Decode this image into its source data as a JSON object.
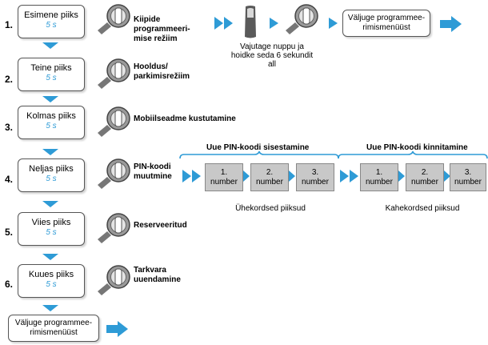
{
  "steps": [
    {
      "num": "1.",
      "title": "Esimene piiks",
      "duration": "5 s",
      "desc": "Kiipide programmeeri-mise režiim"
    },
    {
      "num": "2.",
      "title": "Teine piiks",
      "duration": "5 s",
      "desc": "Hooldus/ parkimisrežiim"
    },
    {
      "num": "3.",
      "title": "Kolmas piiks",
      "duration": "5 s",
      "desc": "Mobiilseadme kustutamine"
    },
    {
      "num": "4.",
      "title": "Neljas piiks",
      "duration": "5 s",
      "desc": "PIN-koodi muutmine"
    },
    {
      "num": "5.",
      "title": "Viies piiks",
      "duration": "5 s",
      "desc": "Reserveeritud"
    },
    {
      "num": "6.",
      "title": "Kuues piiks",
      "duration": "5 s",
      "desc": "Tarkvara uuendamine"
    }
  ],
  "program_flow": {
    "hold_caption": "Vajutage nuppu ja hoidke seda 6 sekundit all",
    "exit_label": "Väljuge programmee-rimismenüüst"
  },
  "bottom_exit_label": "Väljuge programmee-rimismenüüst",
  "pin": {
    "enter_header": "Uue PIN-koodi sisestamine",
    "confirm_header": "Uue PIN-koodi kinnitamine",
    "enter_items": [
      {
        "n": "1.",
        "w": "number"
      },
      {
        "n": "2.",
        "w": "number"
      },
      {
        "n": "3.",
        "w": "number"
      }
    ],
    "confirm_items": [
      {
        "n": "1.",
        "w": "number"
      },
      {
        "n": "2.",
        "w": "number"
      },
      {
        "n": "3.",
        "w": "number"
      }
    ],
    "enter_caption": "Ühekordsed piiksud",
    "confirm_caption": "Kahekordsed piiksud"
  },
  "colors": {
    "accent": "#2e9bd6",
    "key_gray": "#8a8a8a",
    "key_dark": "#555555"
  },
  "icons": [
    "key-icon",
    "fob-icon",
    "right-arrow-icon",
    "down-arrow-icon"
  ]
}
